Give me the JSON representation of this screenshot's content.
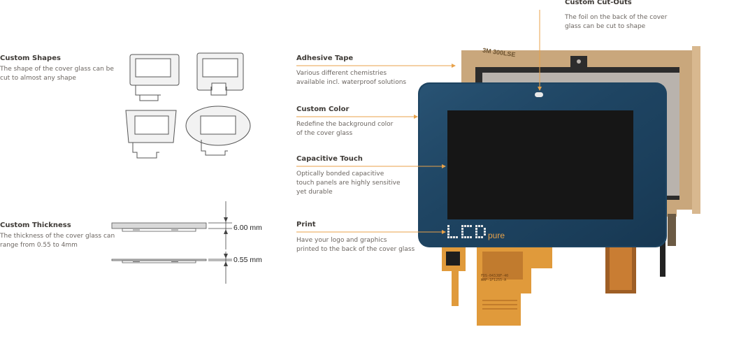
{
  "left": {
    "shapes": {
      "title": "Custom Shapes",
      "desc_line1": "The shape of the cover glass can be",
      "desc_line2": "cut to almost any shape"
    },
    "thickness": {
      "title": "Custom Thickness",
      "desc_line1": "The thickness of the cover glass can",
      "desc_line2": "range from 0.55 to 4mm",
      "max_label": "6.00 mm",
      "min_label": "0.55 mm"
    }
  },
  "features": {
    "cutouts": {
      "title": "Custom Cut-Outs",
      "desc_line1": "The foil on the back of the cover",
      "desc_line2": "glass can be cut to shape"
    },
    "tape": {
      "title": "Adhesive Tape",
      "desc_line1": "Various different chemistries",
      "desc_line2": "available incl. waterproof solutions"
    },
    "color": {
      "title": "Custom Color",
      "desc_line1": "Redefine the background color",
      "desc_line2": "of the cover glass"
    },
    "touch": {
      "title": "Capacitive Touch",
      "desc_line1": "Optically bonded capacitive",
      "desc_line2": "touch panels are highly sensitive",
      "desc_line3": "yet durable"
    },
    "print": {
      "title": "Print",
      "desc_line1": "Have your logo and graphics",
      "desc_line2": "printed to the back of the cover glass"
    }
  },
  "product": {
    "logo_main": "LCD",
    "logo_sub": "pure",
    "tape_brand": "3M",
    "tape_code": "300LSE",
    "pcb_text_1": "FDS-043J8F-40",
    "pcb_text_2": "WAP-1F1255-A"
  },
  "colors": {
    "accent": "#e8a24a",
    "glass": "#1e4461",
    "tape": "#c9a77c",
    "flex": "#e09a3b"
  }
}
